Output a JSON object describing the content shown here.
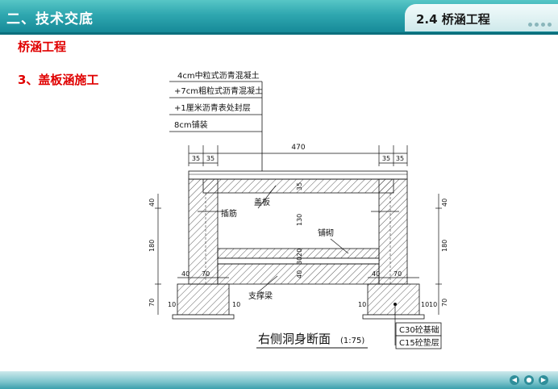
{
  "header": {
    "section_title": "二、技术交底",
    "chapter_title": "2.4 桥涵工程"
  },
  "content": {
    "subtitle": "桥涵工程",
    "step_title": "3、盖板涵施工"
  },
  "diagram": {
    "layers": [
      "4cm中粒式沥青混凝土",
      "+7cm粗粒式沥青混凝土",
      "+1厘米沥青表处封层",
      "8cm铺装"
    ],
    "labels": {
      "cover_slab": "盖板",
      "dowel": "插筋",
      "paving": "铺砌",
      "support_beam": "支撑梁"
    },
    "dims": {
      "span": "470",
      "top_left_a": "35",
      "top_left_b": "35",
      "top_right_a": "35",
      "top_right_b": "35",
      "slab_thick": "35",
      "wall_height": "130",
      "pave_a": "20",
      "pave_b": "30",
      "base": "40",
      "left_top": "40",
      "left_main": "180",
      "left_bottom": "70",
      "right_top": "40",
      "right_main": "180",
      "right_bottom": "70",
      "found_left_a": "40",
      "found_left_b": "70",
      "found_right_a": "40",
      "found_right_b": "70",
      "small_left_a": "10",
      "small_left_b": "10",
      "small_right_a": "10",
      "small_right_b": "10",
      "small_side": "10"
    },
    "materials": [
      "C30砼基础",
      "C15砼垫层"
    ],
    "caption": "右侧洞身断面",
    "scale": "(1:75)"
  }
}
